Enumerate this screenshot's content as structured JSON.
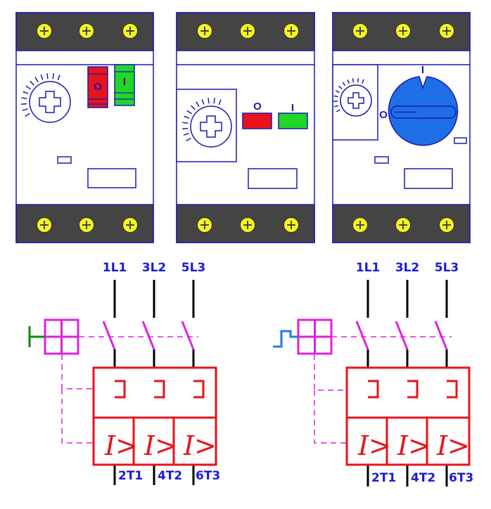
{
  "colors": {
    "outline": "#1a1ab4",
    "screw_fill": "#f5f51e",
    "bar_fill": "#444444",
    "red_btn": "#e8131b",
    "green_btn": "#22d627",
    "knob_blue": "#1e6fe6",
    "symbol_red": "#e8131b",
    "actuator_magenta": "#e020e0",
    "wire_black": "#000000",
    "label_blue": "#1b1bd6",
    "pushbutton_green": "#0a8a0a",
    "rotary_blue": "#1e7fe0"
  },
  "devices": [
    {
      "id": "pushbutton-breaker-narrow",
      "off_label": "O",
      "on_label": "I"
    },
    {
      "id": "pushbutton-breaker-wide",
      "off_label": "O",
      "on_label": "I"
    },
    {
      "id": "rotary-breaker",
      "knob_on_label": "I",
      "knob_off_label": "O"
    }
  ],
  "symbols": [
    {
      "id": "pushbutton-symbol",
      "actuator": "pushbutton",
      "top_terminals": [
        "1L1",
        "3L2",
        "5L3"
      ],
      "bottom_terminals": [
        "2T1",
        "4T2",
        "6T3"
      ],
      "trip_label": "I>"
    },
    {
      "id": "rotary-symbol",
      "actuator": "rotary",
      "top_terminals": [
        "1L1",
        "3L2",
        "5L3"
      ],
      "bottom_terminals": [
        "2T1",
        "4T2",
        "6T3"
      ],
      "trip_label": "I>"
    }
  ]
}
